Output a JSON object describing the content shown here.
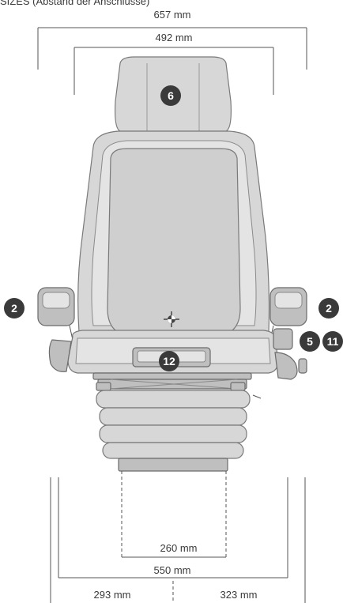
{
  "header": {
    "partial_text": "SIZES (Abstand der Anschlüsse)"
  },
  "dimensions": {
    "overall_width": "657 mm",
    "headrest_width": "492 mm",
    "pedestal_width": "260 mm",
    "base_width": "550 mm",
    "left_offset": "293 mm",
    "right_offset": "323 mm"
  },
  "callouts": {
    "headrest": "6",
    "armrest_left": "2",
    "armrest_right": "2",
    "control_a": "5",
    "control_b": "11",
    "center_control": "12"
  }
}
